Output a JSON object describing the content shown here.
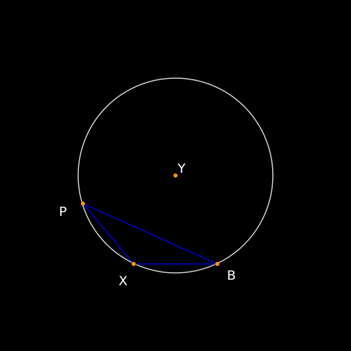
{
  "colors": {
    "background": "#000000",
    "circle": "#d9d9d9",
    "triangle": "#0000cd",
    "points": "#ff9900",
    "labels": "#ffffff"
  },
  "diagram": {
    "type": "circle-with-inscribed-triangle",
    "center_label": "Y",
    "points": [
      {
        "id": "P",
        "label": "P"
      },
      {
        "id": "X",
        "label": "X"
      },
      {
        "id": "B",
        "label": "B"
      }
    ],
    "triangle": [
      "P",
      "X",
      "B"
    ]
  }
}
